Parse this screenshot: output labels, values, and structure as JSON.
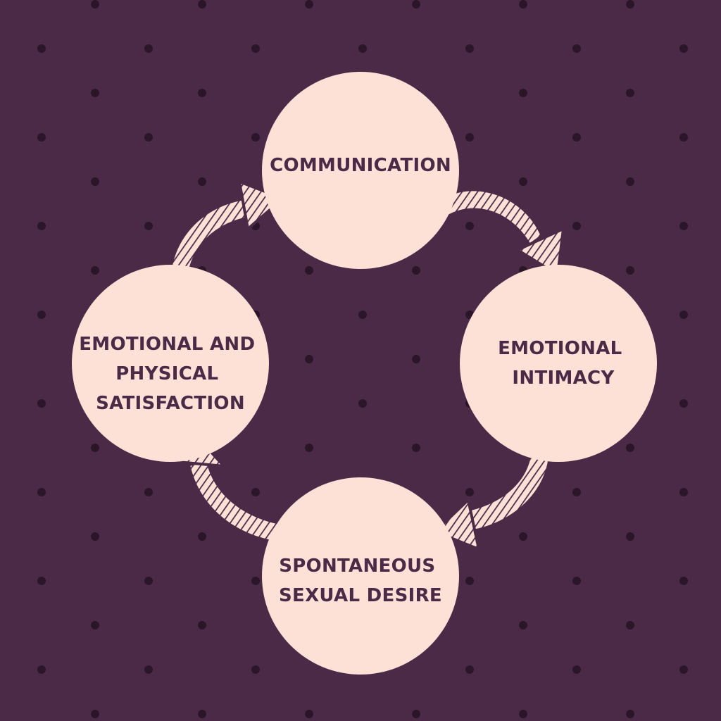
{
  "colors": {
    "background": "#4a2a47",
    "dots": "#2a1628",
    "node_fill": "#fde0d6",
    "text": "#4a2a47",
    "arrow_fill": "#fde0d6",
    "arrow_stroke": "#4a2a47"
  },
  "nodes": [
    {
      "id": "communication",
      "lines": [
        "COMMUNICATION"
      ]
    },
    {
      "id": "emotional-intimacy",
      "lines": [
        "EMOTIONAL",
        "INTIMACY"
      ]
    },
    {
      "id": "spontaneous-sexual-desire",
      "lines": [
        "SPONTANEOUS",
        "SEXUAL DESIRE"
      ]
    },
    {
      "id": "emotional-physical-satisfaction",
      "lines": [
        "EMOTIONAL AND",
        "PHYSICAL",
        "SATISFACTION"
      ]
    }
  ],
  "edges": [
    {
      "from": "communication",
      "to": "emotional-intimacy"
    },
    {
      "from": "emotional-intimacy",
      "to": "spontaneous-sexual-desire"
    },
    {
      "from": "spontaneous-sexual-desire",
      "to": "emotional-physical-satisfaction"
    },
    {
      "from": "emotional-physical-satisfaction",
      "to": "communication"
    }
  ]
}
